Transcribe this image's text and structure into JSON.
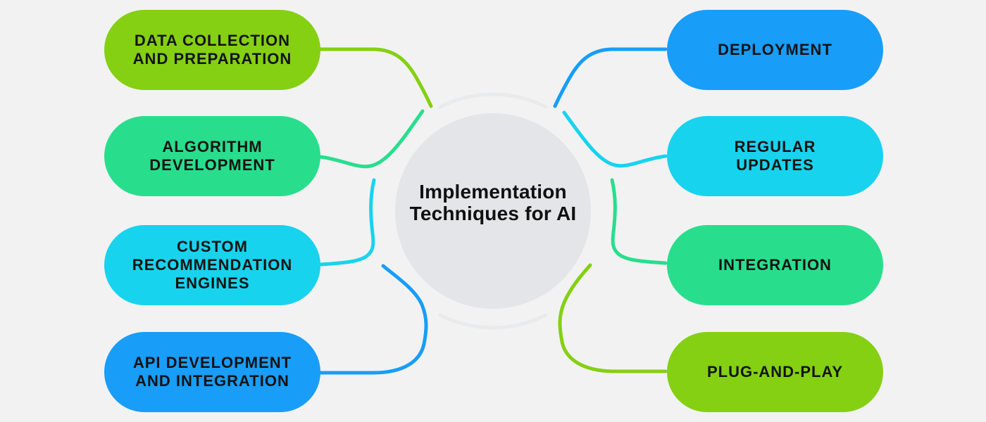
{
  "diagram": {
    "center_title": "Implementation\nTechniques for AI"
  },
  "colors": {
    "lime": "#85d012",
    "emerald": "#28de8d",
    "cyan": "#18d3ee",
    "blue": "#189df8",
    "background": "#f2f2f3",
    "center_circle_fill": "#e4e5e8",
    "ring_arc": "#e9eaeb",
    "label_text": "#131313"
  },
  "nodes": {
    "left": [
      {
        "label": "DATA COLLECTION\nAND PREPARATION",
        "color": "lime"
      },
      {
        "label": "ALGORITHM\nDEVELOPMENT",
        "color": "emerald"
      },
      {
        "label": "CUSTOM\nRECOMMENDATION\nENGINES",
        "color": "cyan"
      },
      {
        "label": "API DEVELOPMENT\nAND INTEGRATION",
        "color": "blue"
      }
    ],
    "right": [
      {
        "label": "DEPLOYMENT",
        "color": "blue"
      },
      {
        "label": "REGULAR\nUPDATES",
        "color": "cyan"
      },
      {
        "label": "INTEGRATION",
        "color": "emerald"
      },
      {
        "label": "PLUG-AND-PLAY",
        "color": "lime"
      }
    ]
  }
}
